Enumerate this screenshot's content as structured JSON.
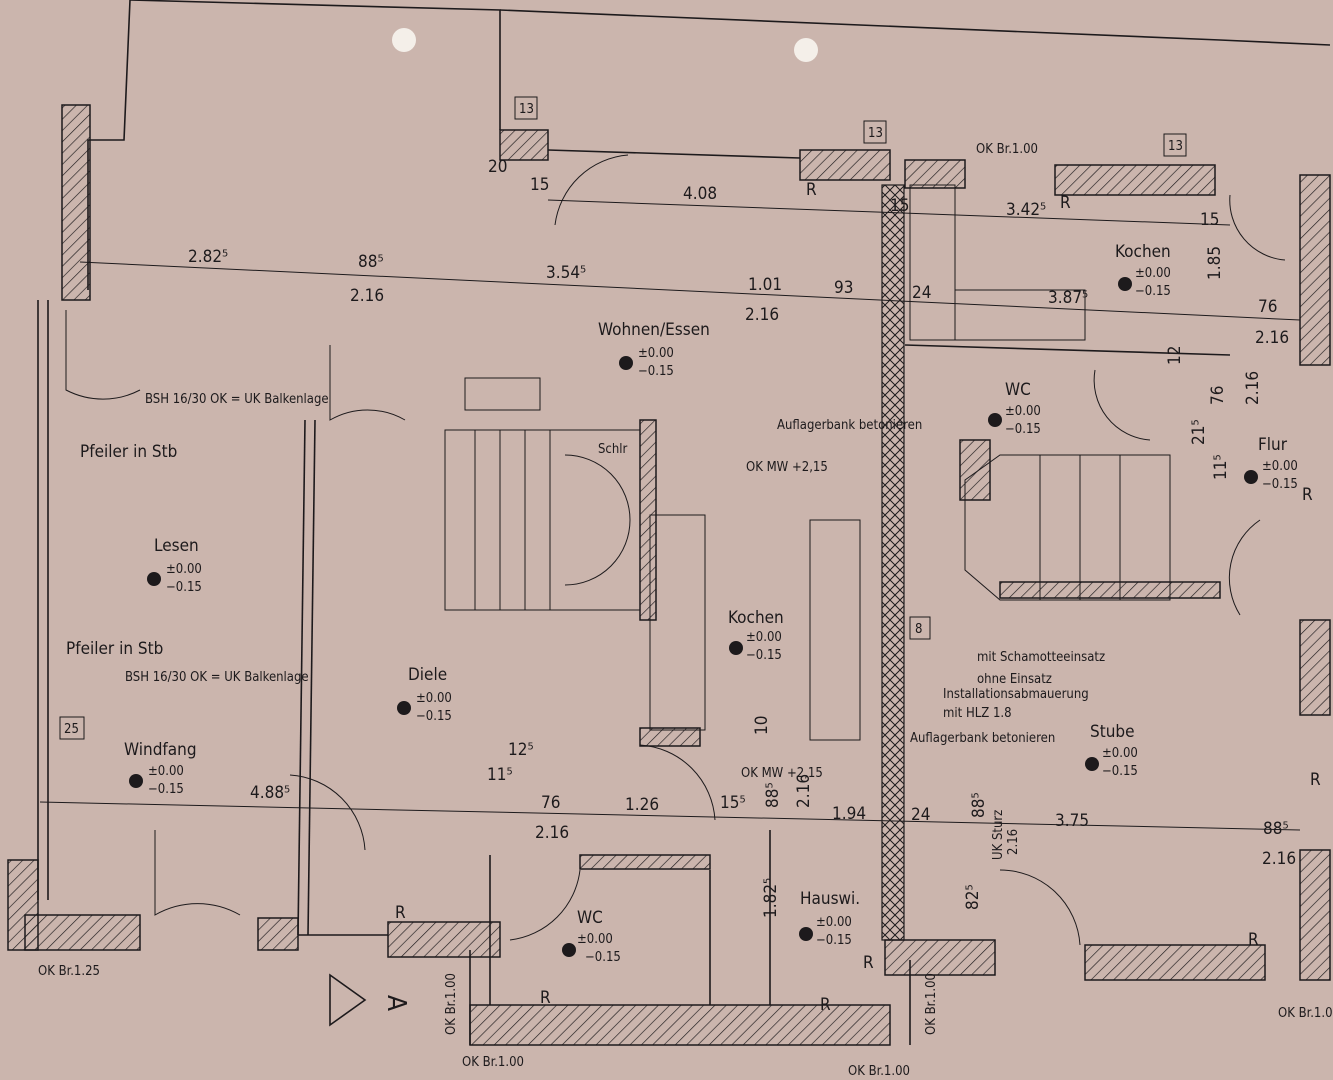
{
  "plan": {
    "rooms": [
      {
        "name": "Wohnen/Essen",
        "level_top": "±0.00",
        "level_bottom": "−0.15"
      },
      {
        "name": "Kochen",
        "level_top": "±0.00",
        "level_bottom": "−0.15"
      },
      {
        "name": "WC",
        "level_top": "±0.00",
        "level_bottom": "−0.15"
      },
      {
        "name": "Flur",
        "level_top": "±0.00",
        "level_bottom": "−0.15"
      },
      {
        "name": "Lesen",
        "level_top": "±0.00",
        "level_bottom": "−0.15"
      },
      {
        "name": "Kochen",
        "level_top": "±0.00",
        "level_bottom": "−0.15"
      },
      {
        "name": "Diele",
        "level_top": "±0.00",
        "level_bottom": "−0.15"
      },
      {
        "name": "Windfang",
        "level_top": "±0.00",
        "level_bottom": "−0.15"
      },
      {
        "name": "Stube",
        "level_top": "±0.00",
        "level_bottom": "−0.15"
      },
      {
        "name": "WC",
        "level_top": "±0.00",
        "level_bottom": "−0.15"
      },
      {
        "name": "Hauswi.",
        "level_top": "±0.00",
        "level_bottom": "−0.15"
      }
    ],
    "dimensions": [
      "2.82⁵",
      "88⁵",
      "2.16",
      "3.54⁵",
      "4.08",
      "1.01",
      "93",
      "2.16",
      "24",
      "3.42⁵",
      "3.87⁵",
      "1.85",
      "76",
      "2.16",
      "15",
      "20",
      "15",
      "15",
      "12",
      "76",
      "2.16",
      "21⁵",
      "11⁵",
      "12⁵",
      "11⁵",
      "76",
      "1.26",
      "2.16",
      "4.88⁵",
      "15⁵",
      "88⁵",
      "2.16",
      "1.94",
      "24",
      "88⁵",
      "3.75",
      "88⁵",
      "2.16",
      "1.82⁵",
      "82⁵",
      "10"
    ],
    "notes": {
      "ok_br_100": "OK Br.1.00",
      "ok_br_125": "OK Br.1.25",
      "bsh": "BSH 16/30  OK = UK Balkenlage",
      "pfeiler": "Pfeiler in Stb",
      "auflagerbank": "Auflagerbank betonieren",
      "schlr": "Schlr",
      "ok_mw": "OK MW +2,15",
      "schamotte": "mit Schamotteeinsatz",
      "ohne_einsatz": "ohne Einsatz",
      "installation": "Installationsabmauerung",
      "hlz": "mit HLZ 1.8",
      "uk_sturz": "UK Sturz",
      "uk_sturz_val": "2.16",
      "railing_marker": "R",
      "section_marker": "A"
    },
    "tags": [
      "13",
      "13",
      "13",
      "8",
      "25"
    ]
  }
}
